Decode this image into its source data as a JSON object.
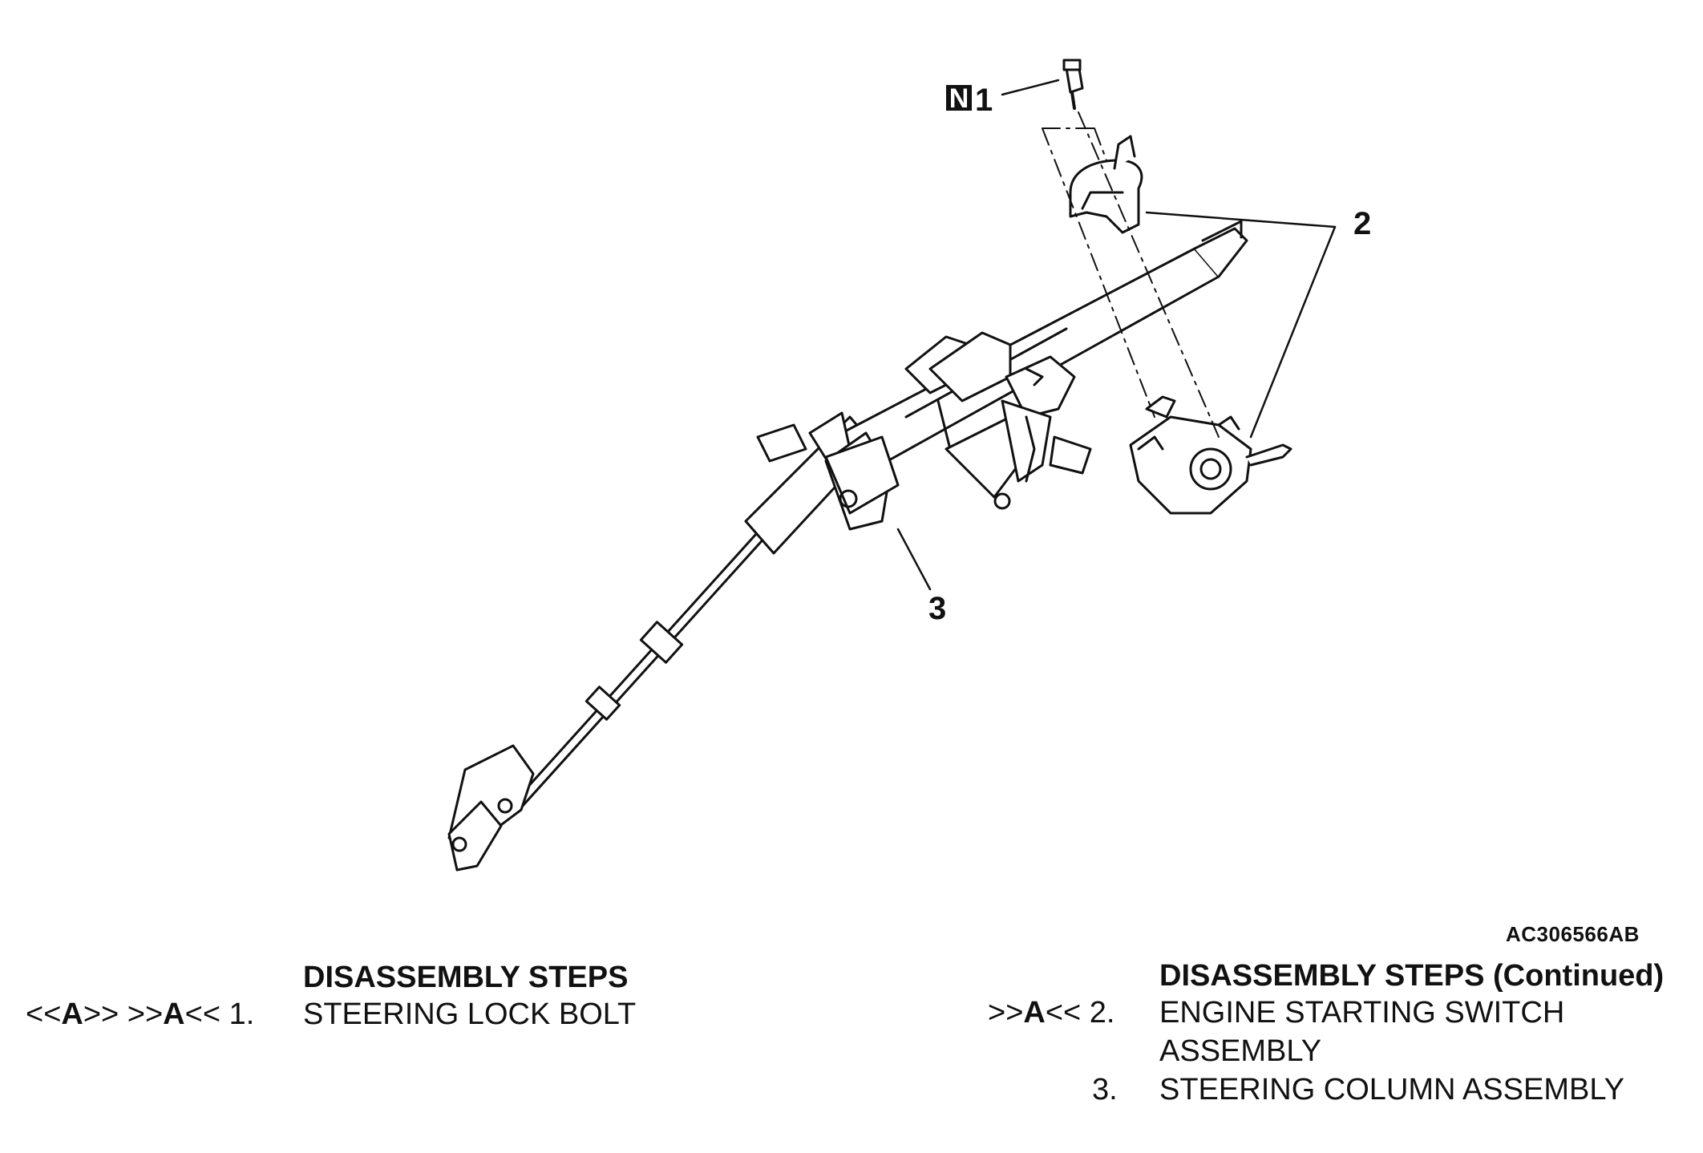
{
  "figure": {
    "callouts": [
      {
        "id": "1",
        "badge": "N",
        "label": "1"
      },
      {
        "id": "2",
        "label": "2"
      },
      {
        "id": "3",
        "label": "3"
      }
    ],
    "code": "AC306566AB"
  },
  "steps_left": {
    "title": "DISASSEMBLY STEPS",
    "items": [
      {
        "code_pre1": "<<",
        "code_mark1": "A",
        "code_post1": ">> >>",
        "code_mark2": "A",
        "code_post2": "<< 1.",
        "text": "STEERING LOCK BOLT"
      }
    ]
  },
  "steps_right": {
    "title": "DISASSEMBLY STEPS (Continued)",
    "items": [
      {
        "code_pre": ">>",
        "code_mark": "A",
        "code_post": "<< 2.",
        "text_line1": "ENGINE STARTING SWITCH",
        "text_line2": "ASSEMBLY"
      },
      {
        "code": "3.",
        "text": "STEERING COLUMN ASSEMBLY"
      }
    ]
  }
}
